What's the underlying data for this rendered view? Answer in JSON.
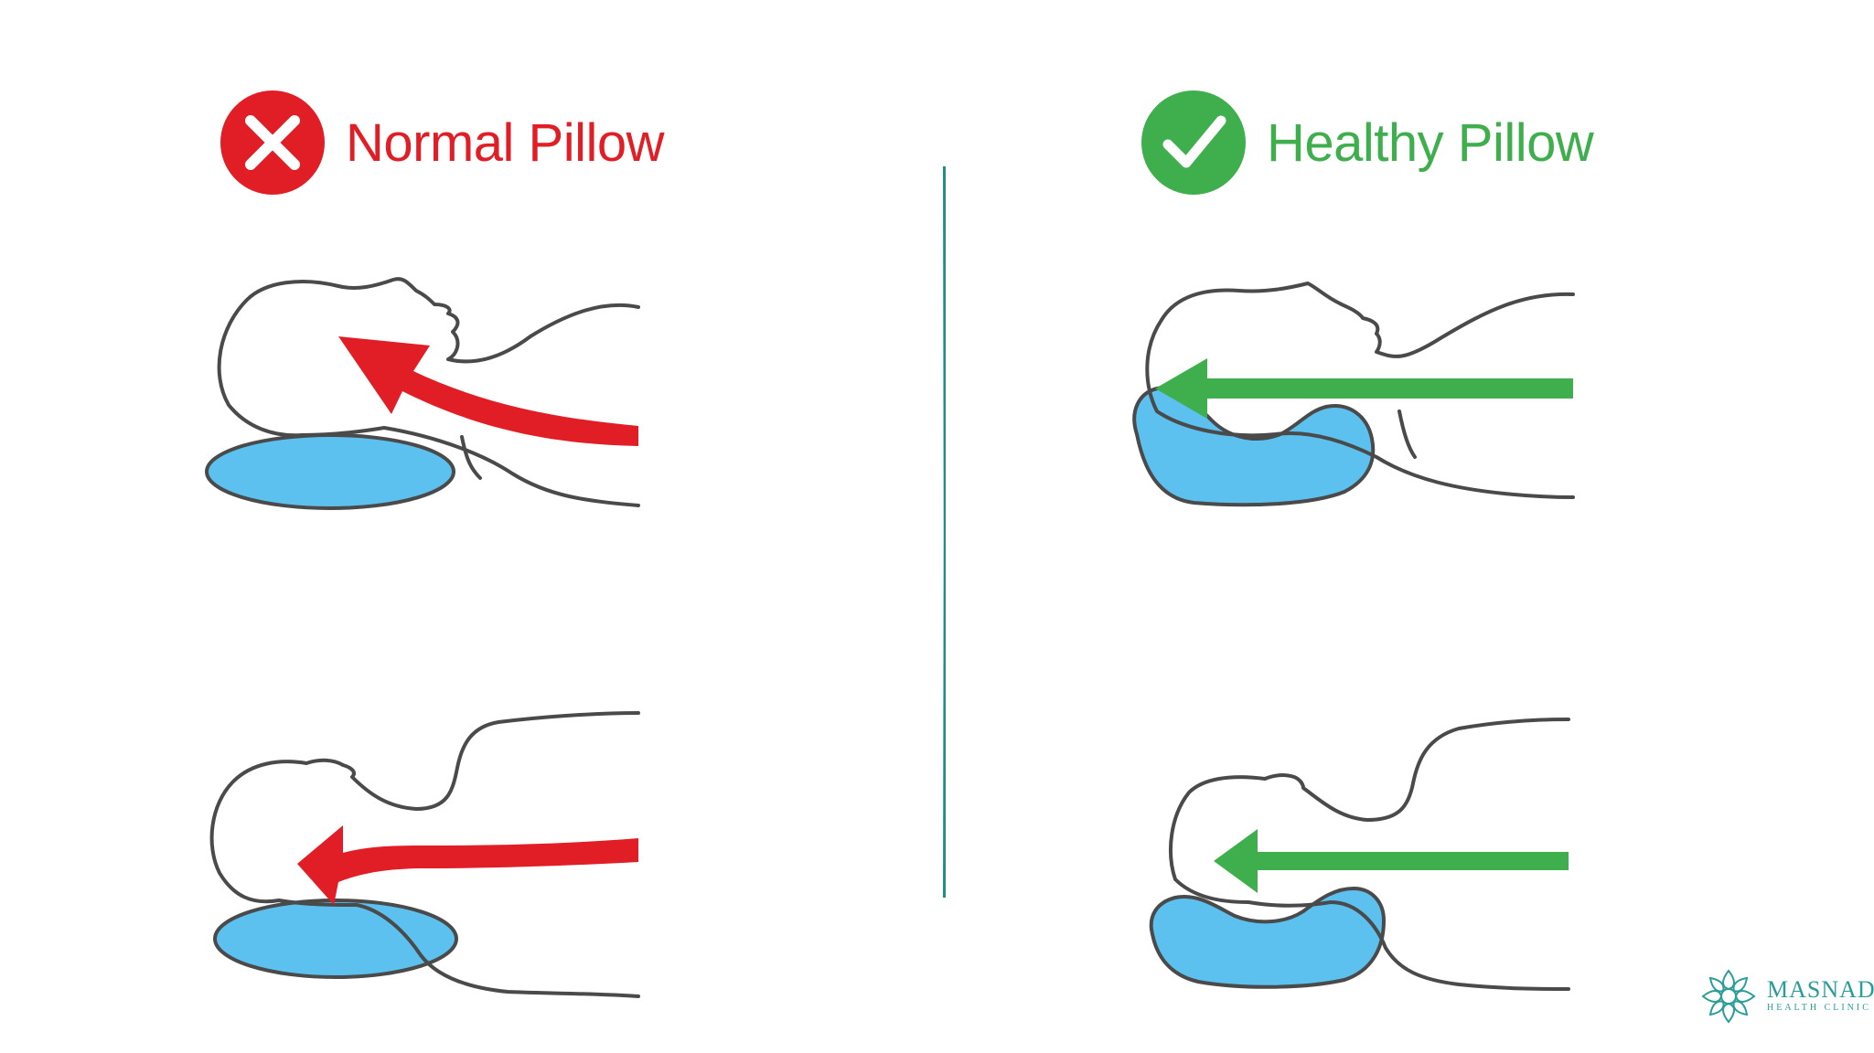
{
  "panels": {
    "left": {
      "title": "Normal Pillow",
      "badge_icon": "x-mark-icon",
      "color": "#e11e26"
    },
    "right": {
      "title": "Healthy Pillow",
      "badge_icon": "check-mark-icon",
      "color": "#3fae4c"
    }
  },
  "logo": {
    "name": "MASNAD",
    "subtitle": "HEALTH CLINIC",
    "icon": "mandala-icon",
    "color": "#2a9d98"
  },
  "colors": {
    "outline": "#4a4a4a",
    "pillow_fill": "#5cc1ee",
    "divider": "#1f8f84",
    "bad_arrow": "#e11e26",
    "good_arrow": "#3fae4c"
  }
}
